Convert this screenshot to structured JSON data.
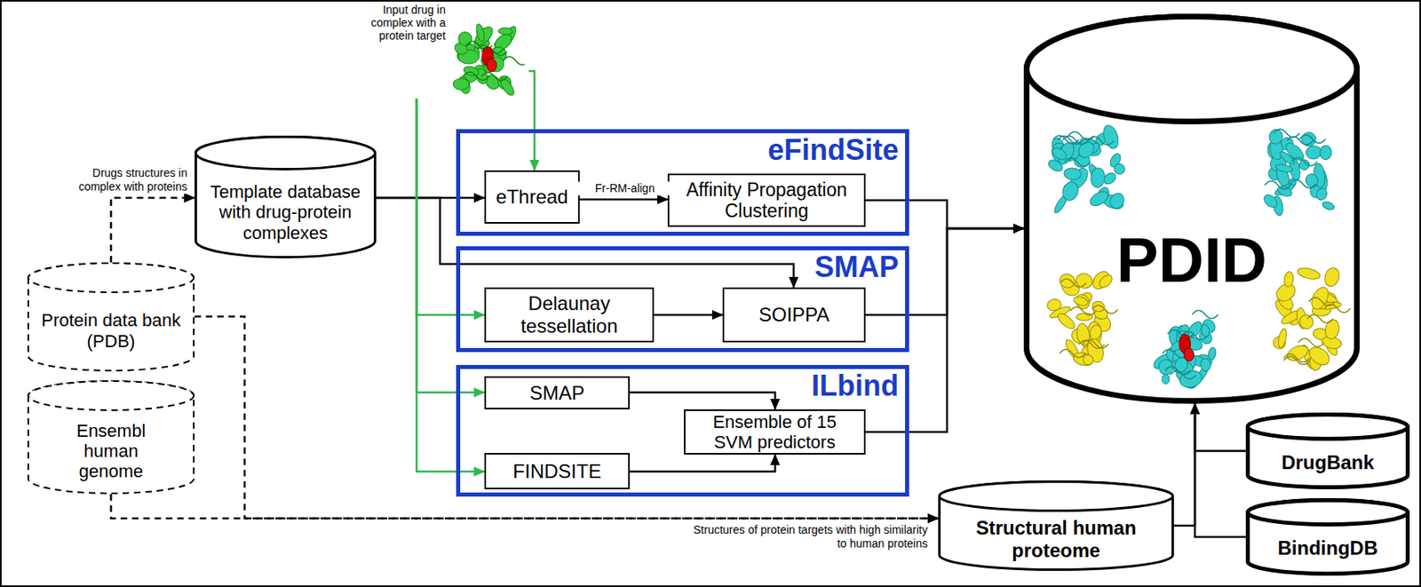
{
  "diagram": {
    "nodes": [
      {
        "text": [
          "Input drug in complex with a protein target"
        ]
      },
      {
        "text": [
          "Template database with drug-protein complexes"
        ]
      },
      {
        "text": [
          "Protein data bank (PDB)"
        ]
      },
      {
        "text": [
          "Ensembl human genome"
        ]
      },
      {
        "text": [
          "eFindSite"
        ]
      },
      {
        "text": [
          "eThread"
        ],
        "in": 4
      },
      {
        "text": [
          "Affinity Propagation Clustering"
        ],
        "in": 4
      },
      {
        "text": [
          "SMAP"
        ]
      },
      {
        "text": [
          "Delaunay tessellation"
        ],
        "in": 7
      },
      {
        "text": [
          "SOIPPA"
        ],
        "in": 7
      },
      {
        "text": [
          "ILbind"
        ]
      },
      {
        "text": [
          "SMAP"
        ],
        "in": 10
      },
      {
        "text": [
          "FINDSITE"
        ],
        "in": 10
      },
      {
        "text": [
          "Ensemble of 15 SVM predictors"
        ],
        "in": 10
      },
      {
        "text": [
          "PDID"
        ]
      },
      {
        "text": [
          "Structural human proteome"
        ]
      },
      {
        "text": [
          "DrugBank"
        ]
      },
      {
        "text": [
          "BindingDB"
        ]
      }
    ],
    "edges": [
      {
        "from": 2,
        "to": 1,
        "arrow": "to",
        "label": "Drugs structures in complex with proteins"
      },
      {
        "from": 1,
        "to": 5,
        "arrow": "to"
      },
      {
        "from": 1,
        "to": 9,
        "arrow": "to"
      },
      {
        "from": 0,
        "to": 5,
        "arrow": "to"
      },
      {
        "from": 0,
        "to": 8,
        "arrow": "to"
      },
      {
        "from": 0,
        "to": 11,
        "arrow": "to"
      },
      {
        "from": 0,
        "to": 12,
        "arrow": "to"
      },
      {
        "from": 5,
        "to": 6,
        "arrow": "to",
        "label": "Fr-RM-align"
      },
      {
        "from": 8,
        "to": 9,
        "arrow": "to"
      },
      {
        "from": 11,
        "to": 13,
        "arrow": "to"
      },
      {
        "from": 12,
        "to": 13,
        "arrow": "to"
      },
      {
        "from": 6,
        "to": 14,
        "arrow": "to"
      },
      {
        "from": 9,
        "to": 14,
        "arrow": "to"
      },
      {
        "from": 13,
        "to": 14,
        "arrow": "to"
      },
      {
        "from": 2,
        "to": 15,
        "arrow": "to",
        "label": "Structures of protein targets with high similarity to human proteins"
      },
      {
        "from": 3,
        "to": 15,
        "arrow": "to"
      },
      {
        "from": 15,
        "to": 14,
        "arrow": "to"
      },
      {
        "from": 16,
        "to": 14,
        "arrow": "to"
      },
      {
        "from": 17,
        "to": 14,
        "arrow": "to"
      }
    ]
  }
}
